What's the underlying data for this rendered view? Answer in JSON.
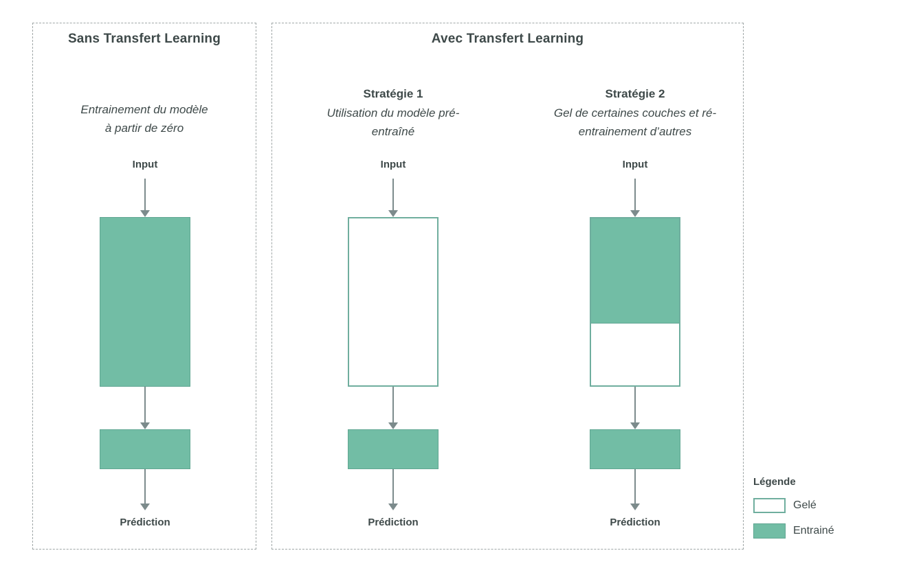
{
  "colors": {
    "trained_fill": "#72BDA5",
    "trained_border": "#60A692",
    "frozen_border": "#6FAE9E",
    "arrow": "#7C8B8C",
    "text": "#3E4949",
    "panel_border": "#9FA6A6"
  },
  "panels": {
    "without": {
      "title": "Sans Transfert Learning",
      "description_line1": "Entrainement du modèle",
      "description_line2": "à partir de zéro"
    },
    "with": {
      "title": "Avec Transfert Learning",
      "strategy1": {
        "title": "Stratégie 1",
        "description_line1": "Utilisation du modèle pré-",
        "description_line2": "entraîné"
      },
      "strategy2": {
        "title": "Stratégie 2",
        "description_line1": "Gel de certaines couches et ré-",
        "description_line2": "entrainement d’autres"
      }
    }
  },
  "labels": {
    "input": "Input",
    "prediction": "Prédiction"
  },
  "legend": {
    "title": "Légende",
    "frozen": "Gelé",
    "trained": "Entrainé"
  }
}
